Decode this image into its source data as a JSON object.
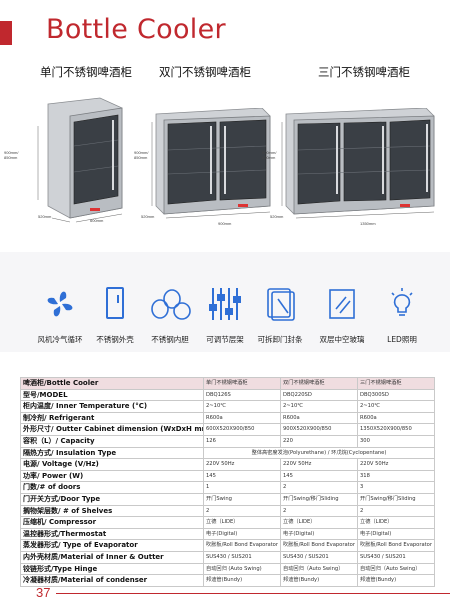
{
  "title": "Bottle Cooler",
  "page_number": "37",
  "categories": [
    {
      "label": "单门不锈钢啤酒柜"
    },
    {
      "label": "双门不锈钢啤酒柜"
    },
    {
      "label": "三门不锈钢啤酒柜"
    }
  ],
  "dimensions": {
    "single": {
      "height": "900mm/\n850mm",
      "depth": "520mm",
      "width": "600mm"
    },
    "double": {
      "height": "900mm/\n850mm",
      "depth": "520mm",
      "width": "900mm"
    },
    "triple": {
      "height": "900mm/\n850mm",
      "depth": "520mm",
      "width": "1350mm"
    }
  },
  "features": [
    {
      "label": "风机冷气循环",
      "icon": "fan-icon"
    },
    {
      "label": "不锈钢外壳",
      "icon": "cabinet-icon"
    },
    {
      "label": "不锈钢内胆",
      "icon": "liner-icon"
    },
    {
      "label": "可调节层架",
      "icon": "sliders-icon"
    },
    {
      "label": "可拆卸门封条",
      "icon": "door-seal-icon"
    },
    {
      "label": "双层中空玻璃",
      "icon": "glass-icon"
    },
    {
      "label": "LED照明",
      "icon": "led-bulb-icon"
    }
  ],
  "specs": {
    "header": {
      "label": "啤酒柜/Bottle Cooler",
      "cols": [
        "单门不锈钢啤酒柜",
        "双门不锈钢啤酒柜",
        "三门不锈钢啤酒柜"
      ]
    },
    "rows": [
      {
        "label": "型号/MODEL",
        "cols": [
          "DBQ126S",
          "DBQ220SD",
          "DBQ300SD"
        ]
      },
      {
        "label": "柜内温度/ Inner Temperature (°C)",
        "cols": [
          "2~10℃",
          "2~10℃",
          "2~10℃"
        ]
      },
      {
        "label": "制冷剂/ Refrigerant",
        "cols": [
          "R600a",
          "R600a",
          "R600a"
        ]
      },
      {
        "label": "外形尺寸/ Outter Cabinet dimension (WxDxH mm)",
        "cols": [
          "600X520X900/850",
          "900X520X900/850",
          "1350X520X900/850"
        ]
      },
      {
        "label": "容积（L）/ Capacity",
        "cols": [
          "126",
          "220",
          "300"
        ]
      },
      {
        "label": "隔热方式/ Insulation Type",
        "merged": "整体高密度发泡(Polyurethane) / 环戊烷(Cyclopentane)"
      },
      {
        "label": "电源/ Voltage (V/Hz)",
        "cols": [
          "220V 50Hz",
          "220V 50Hz",
          "220V 50Hz"
        ]
      },
      {
        "label": "功率/ Power (W)",
        "cols": [
          "145",
          "145",
          "318"
        ]
      },
      {
        "label": "门数/# of doors",
        "cols": [
          "1",
          "2",
          "3"
        ]
      },
      {
        "label": "门开关方式/Door Type",
        "cols": [
          "开门Swing",
          "开门Swing/移门Sliding",
          "开门Swing/移门Sliding"
        ]
      },
      {
        "label": "搁物架层数/ # of Shelves",
        "cols": [
          "2",
          "2",
          "2"
        ]
      },
      {
        "label": "压缩机/ Compressor",
        "cols": [
          "立德（LIDE）",
          "立德（LIDE）",
          "立德（LIDE）"
        ]
      },
      {
        "label": "温控器形式/Thermostat",
        "cols": [
          "电子(Digital)",
          "电子(Digital)",
          "电子(Digital)"
        ]
      },
      {
        "label": "蒸发器形式/ Type of Evaporator",
        "cols": [
          "吹胀板/Roll Bond Evaporator",
          "吹胀板/Roll Bond Evaporator",
          "吹胀板/Roll Bond Evaporator"
        ]
      },
      {
        "label": "内外壳材质/Material of Inner & Outter",
        "cols": [
          "SUS430 / SUS201",
          "SUS430 / SUS201",
          "SUS430 / SUS201"
        ]
      },
      {
        "label": "铰链形式/Type Hinge",
        "cols": [
          "自动回归 (Auto Swing)",
          "自动回归（Auto Swing）",
          "自动回归（Auto Swing）"
        ]
      },
      {
        "label": "冷凝器材质/Material of condenser",
        "cols": [
          "邦迪管(Bundy)",
          "邦迪管(Bundy)",
          "邦迪管(Bundy)"
        ]
      }
    ]
  },
  "colors": {
    "accent": "#c0282e",
    "header_row": "#f0dde0",
    "icon_blue": "#2f6fd6"
  }
}
